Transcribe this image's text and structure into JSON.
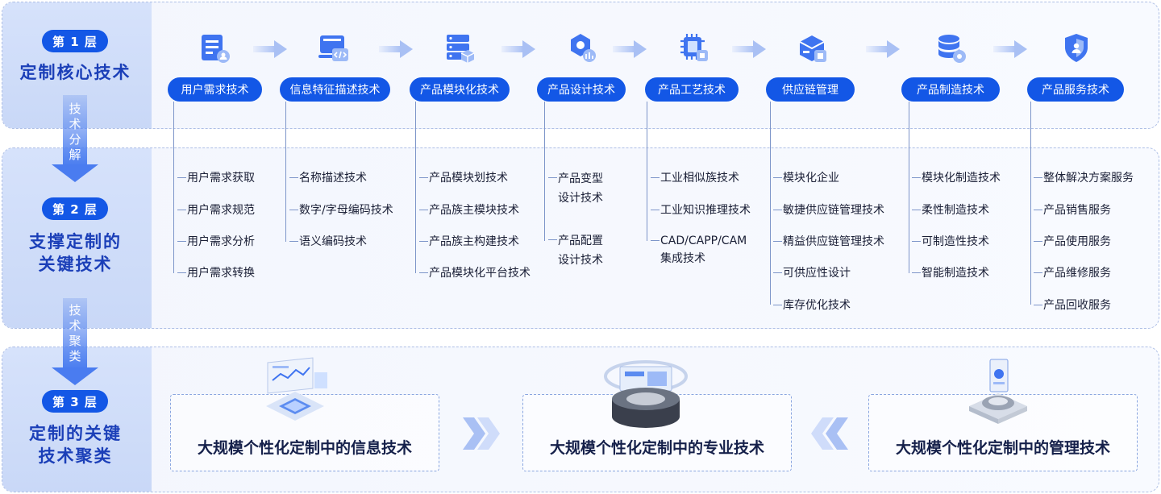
{
  "colors": {
    "accent": "#1357e6",
    "side_panel": "#cfdcf9",
    "title_text": "#1b3fb8"
  },
  "layers": [
    {
      "badge": "第 1 层",
      "title_lines": [
        "定制核心技术"
      ]
    },
    {
      "badge": "第 2 层",
      "title_lines": [
        "支撑定制的",
        "关键技术"
      ]
    },
    {
      "badge": "第 3 层",
      "title_lines": [
        "定制的关键",
        "技术聚类"
      ]
    }
  ],
  "transitions": [
    {
      "chars": [
        "技",
        "术",
        "分",
        "解"
      ]
    },
    {
      "chars": [
        "技",
        "术",
        "聚",
        "类"
      ]
    }
  ],
  "categories": [
    {
      "icon": "document-user-icon",
      "label": "用户需求技术",
      "items": [
        "用户需求获取",
        "用户需求规范",
        "用户需求分析",
        "用户需求转换"
      ]
    },
    {
      "icon": "code-monitor-icon",
      "label": "信息特征描述技术",
      "items": [
        "名称描述技术",
        "数字/字母编码技术",
        "语义编码技术"
      ]
    },
    {
      "icon": "server-module-icon",
      "label": "产品模块化技术",
      "items": [
        "产品模块划技术",
        "产品族主模块技术",
        "产品族主构建技术",
        "产品模块化平台技术"
      ]
    },
    {
      "icon": "design-gear-icon",
      "label": "产品设计技术",
      "items": [
        "产品变型\n设计技术",
        "产品配置\n设计技术"
      ]
    },
    {
      "icon": "chip-icon",
      "label": "产品工艺技术",
      "items": [
        "工业相似族技术",
        "工业知识推理技术",
        "CAD/CAPP/CAM\n集成技术"
      ]
    },
    {
      "icon": "supply-box-icon",
      "label": "供应链管理",
      "items": [
        "模块化企业",
        "敏捷供应链管理技术",
        "精益供应链管理技术",
        "可供应性设计",
        "库存优化技术"
      ]
    },
    {
      "icon": "database-icon",
      "label": "产品制造技术",
      "items": [
        "模块化制造技术",
        "柔性制造技术",
        "可制造性技术",
        "智能制造技术"
      ]
    },
    {
      "icon": "shield-user-icon",
      "label": "产品服务技术",
      "items": [
        "整体解决方案服务",
        "产品销售服务",
        "产品使用服务",
        "产品维修服务",
        "产品回收服务"
      ]
    }
  ],
  "clusters": [
    {
      "label": "大规模个性化定制中的信息技术",
      "illustration": "dashboard-chip-illustration"
    },
    {
      "label": "大规模个性化定制中的专业技术",
      "illustration": "cylinder-screens-illustration"
    },
    {
      "label": "大规模个性化定制中的管理技术",
      "illustration": "gear-tablet-illustration"
    }
  ]
}
